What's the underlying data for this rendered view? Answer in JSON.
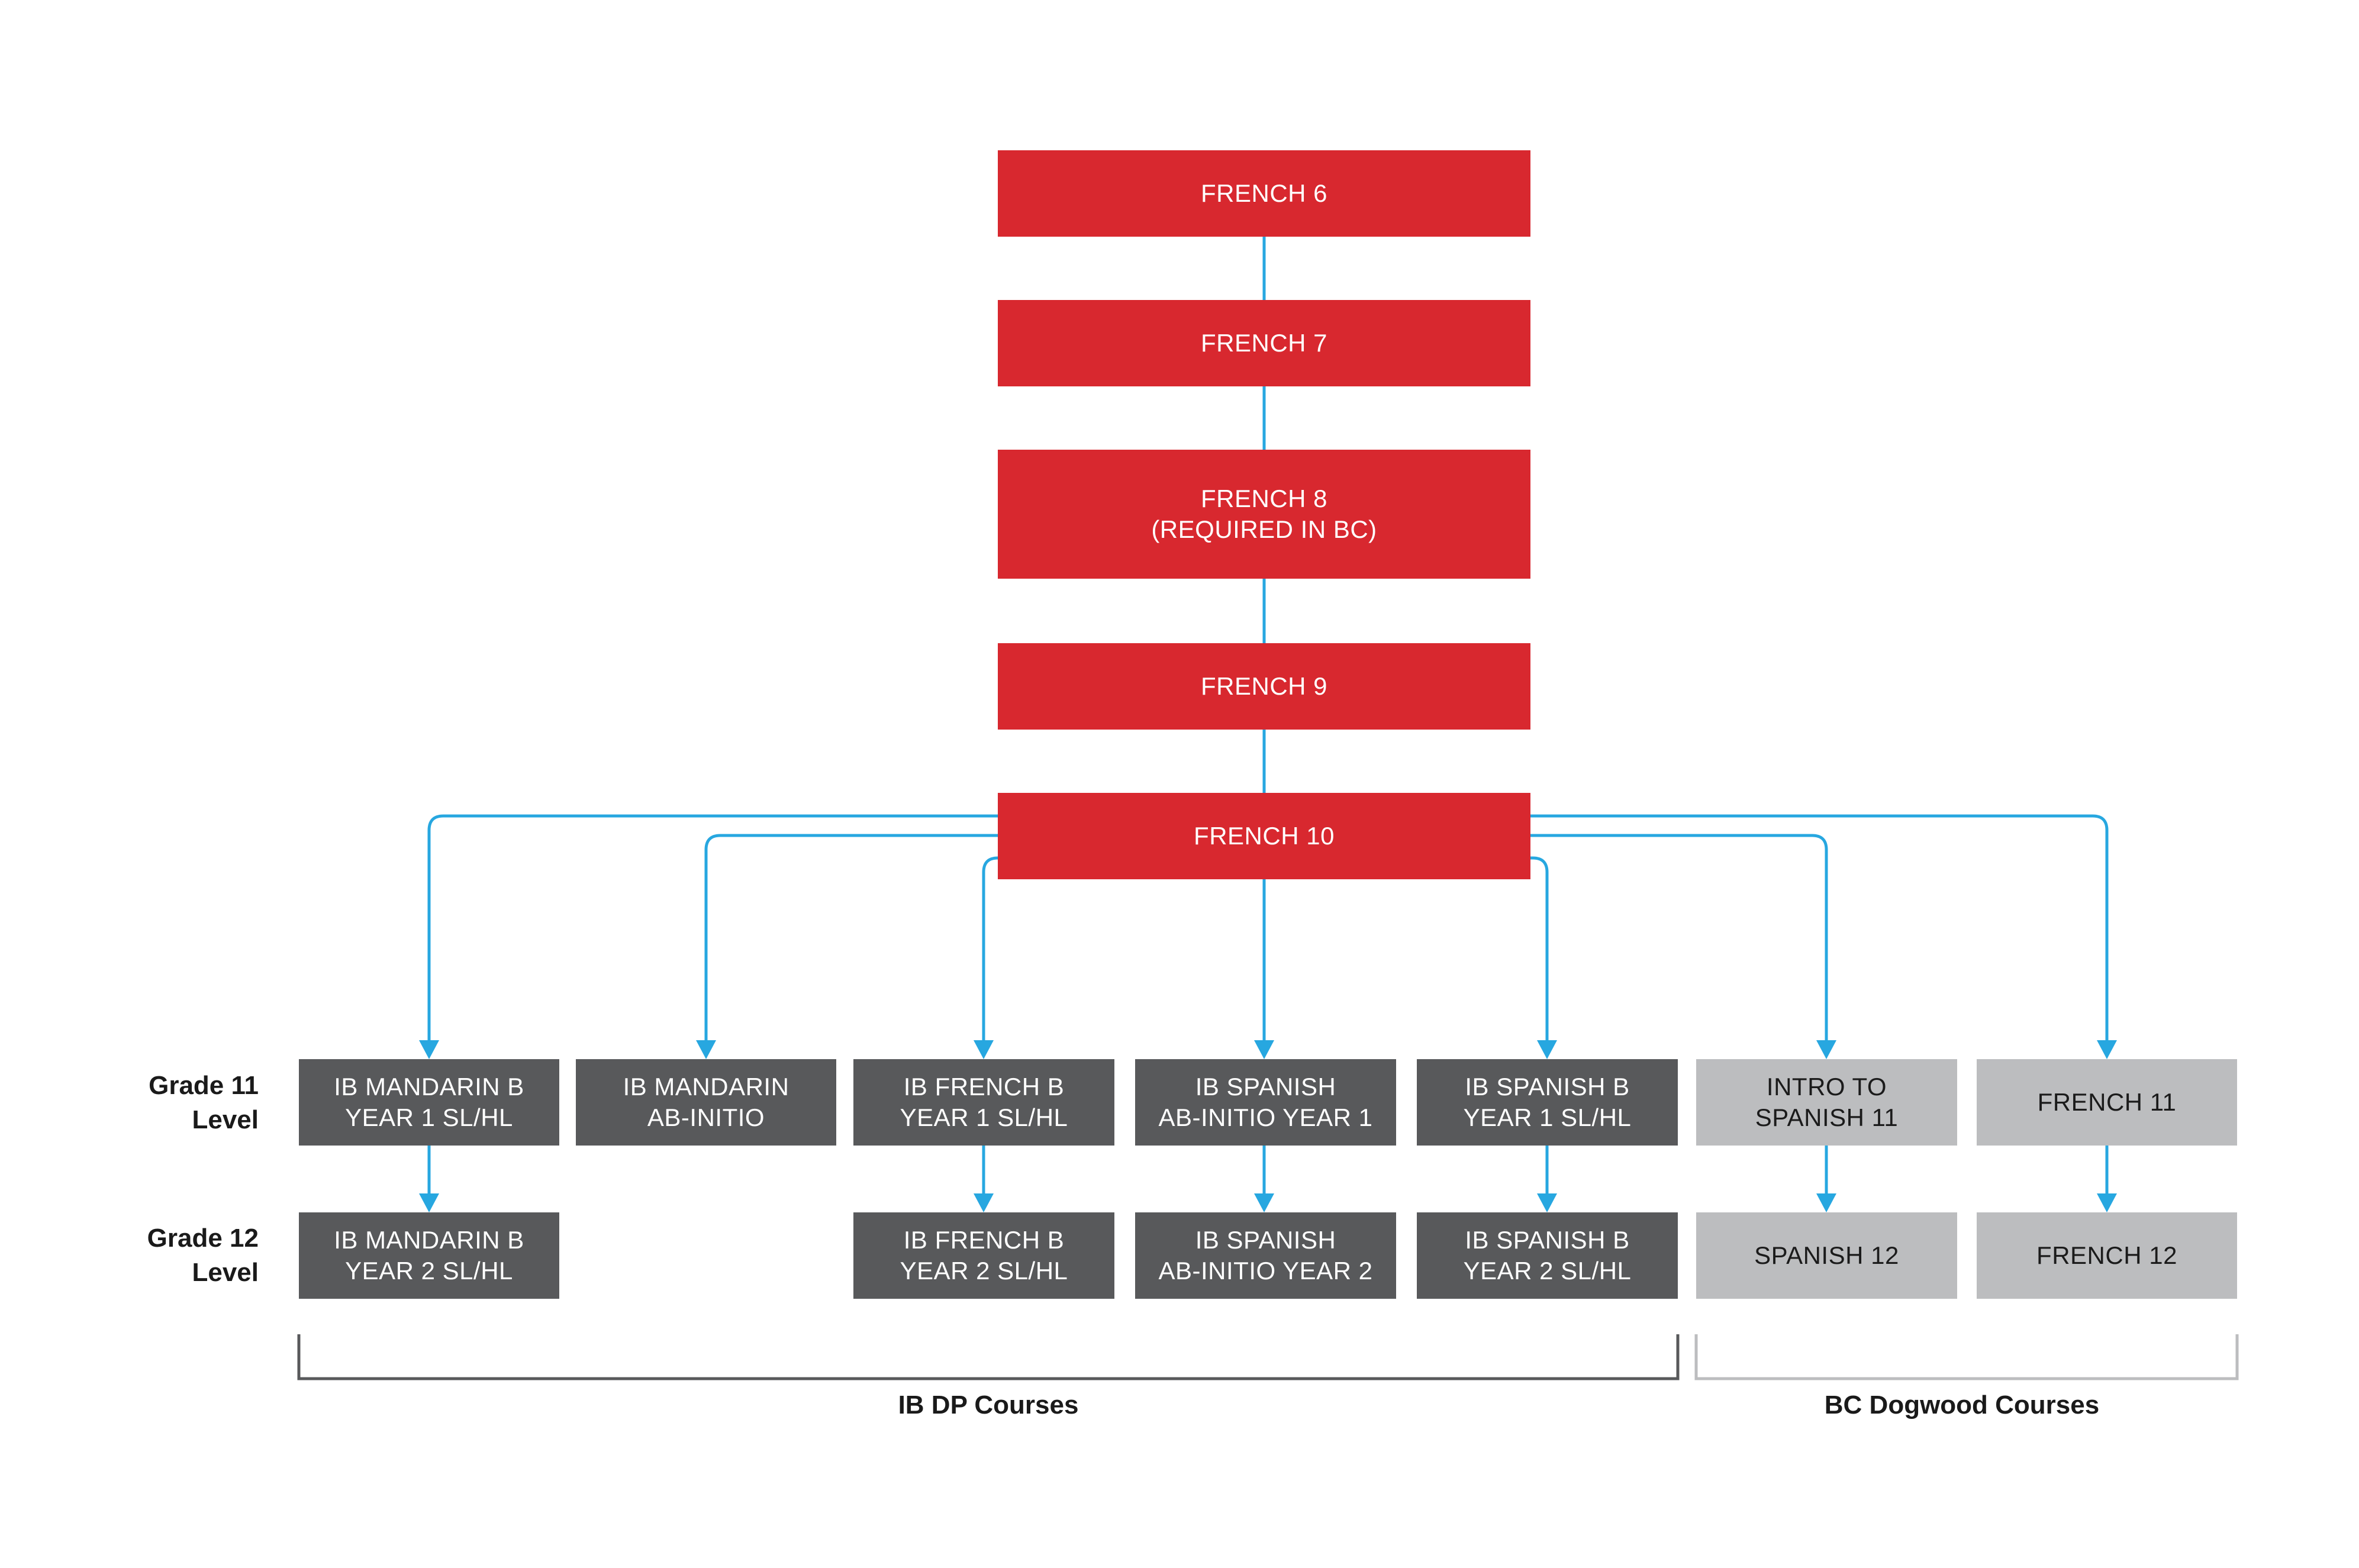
{
  "colors": {
    "connector": "#27a7e0",
    "french_track": "#d8282f",
    "ib_course": "#58595b",
    "bc_course": "#bcbdbf",
    "bracket_ib": "#58595b",
    "bracket_bc": "#bcbdbf"
  },
  "french_track": [
    {
      "label": "FRENCH 6"
    },
    {
      "label": "FRENCH 7"
    },
    {
      "label": "FRENCH 8\n(REQUIRED IN BC)"
    },
    {
      "label": "FRENCH 9"
    },
    {
      "label": "FRENCH 10"
    }
  ],
  "row_labels": {
    "grade11": "Grade 11\nLevel",
    "grade12": "Grade 12\nLevel"
  },
  "grade11": [
    {
      "label": "IB MANDARIN B\nYEAR 1 SL/HL",
      "group": "ib"
    },
    {
      "label": "IB MANDARIN\nAB-INITIO",
      "group": "ib"
    },
    {
      "label": "IB FRENCH B\nYEAR 1 SL/HL",
      "group": "ib"
    },
    {
      "label": "IB SPANISH\nAB-INITIO YEAR 1",
      "group": "ib"
    },
    {
      "label": "IB SPANISH B\nYEAR 1 SL/HL",
      "group": "ib"
    },
    {
      "label": "INTRO TO\nSPANISH 11",
      "group": "bc"
    },
    {
      "label": "FRENCH 11",
      "group": "bc"
    }
  ],
  "grade12": [
    {
      "label": "IB MANDARIN B\nYEAR 2 SL/HL",
      "group": "ib"
    },
    {
      "label": "IB FRENCH B\nYEAR 2 SL/HL",
      "group": "ib"
    },
    {
      "label": "IB SPANISH\nAB-INITIO YEAR 2",
      "group": "ib"
    },
    {
      "label": "IB SPANISH B\nYEAR 2 SL/HL",
      "group": "ib"
    },
    {
      "label": "SPANISH 12",
      "group": "bc"
    },
    {
      "label": "FRENCH 12",
      "group": "bc"
    }
  ],
  "groups": {
    "ib": "IB DP Courses",
    "bc": "BC Dogwood Courses"
  }
}
